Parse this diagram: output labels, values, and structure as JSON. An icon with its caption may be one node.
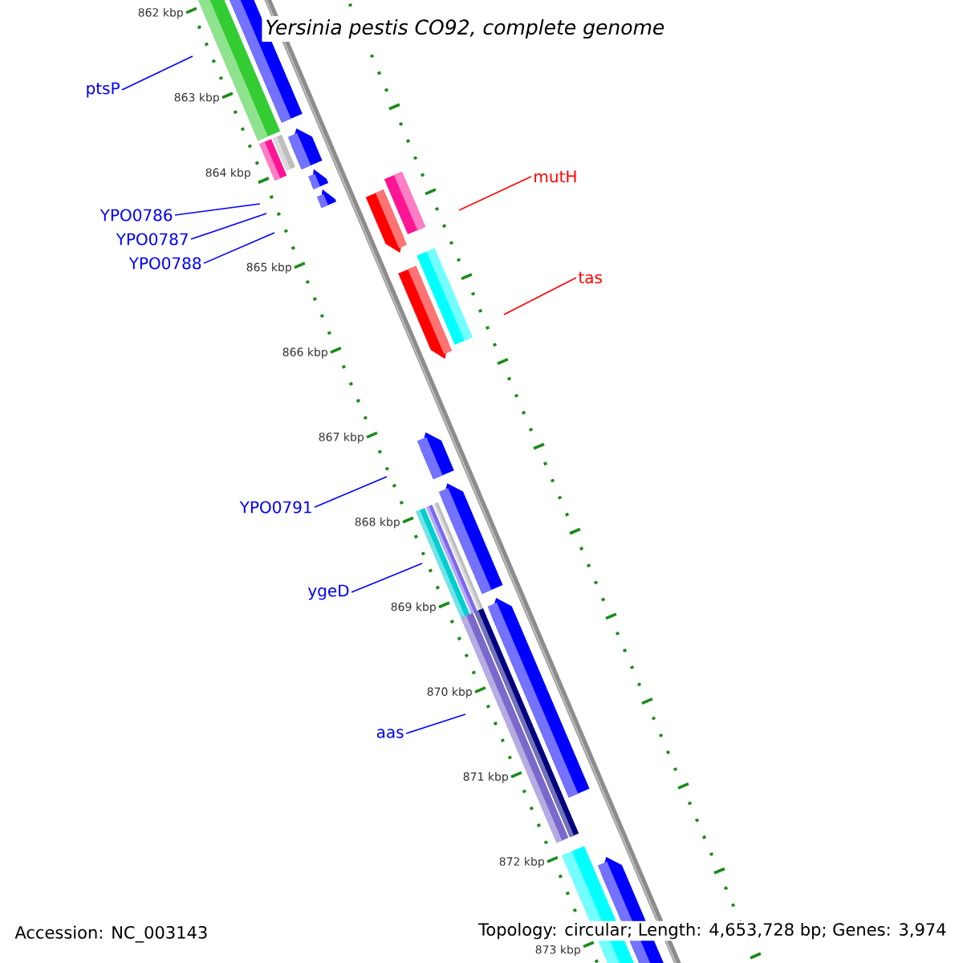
{
  "diagram": {
    "title": "Yersinia pestis CO92, complete genome",
    "nodes": [
      {
        "text": [
          "ptsP"
        ]
      },
      {
        "text": [
          "YPO0786"
        ]
      },
      {
        "text": [
          "YPO0787"
        ]
      },
      {
        "text": [
          "YPO0788"
        ]
      },
      {
        "text": [
          "YPO0791"
        ]
      },
      {
        "text": [
          "ygeD"
        ]
      },
      {
        "text": [
          "aas"
        ]
      },
      {
        "text": [
          "mutH"
        ]
      },
      {
        "text": [
          "tas"
        ]
      }
    ],
    "edges": [
      {
        "from": 0,
        "to": null,
        "arrow": "none"
      },
      {
        "from": 1,
        "to": null,
        "arrow": "none"
      },
      {
        "from": 2,
        "to": null,
        "arrow": "none"
      },
      {
        "from": 3,
        "to": null,
        "arrow": "none"
      },
      {
        "from": 4,
        "to": null,
        "arrow": "none"
      },
      {
        "from": 5,
        "to": null,
        "arrow": "none"
      },
      {
        "from": 6,
        "to": null,
        "arrow": "none"
      },
      {
        "from": 7,
        "to": null,
        "arrow": "none",
        "color": "#ff0000"
      },
      {
        "from": 8,
        "to": null,
        "arrow": "none",
        "color": "#ff0000"
      }
    ],
    "labels": [
      "862 kbp",
      "863 kbp",
      "864 kbp",
      "865 kbp",
      "866 kbp",
      "867 kbp",
      "868 kbp",
      "869 kbp",
      "870 kbp",
      "871 kbp",
      "872 kbp",
      "873 kbp",
      "Accession: NC_003143",
      "Topology: circular; Length: 4,653,728 bp; Genes: 3,974"
    ]
  }
}
